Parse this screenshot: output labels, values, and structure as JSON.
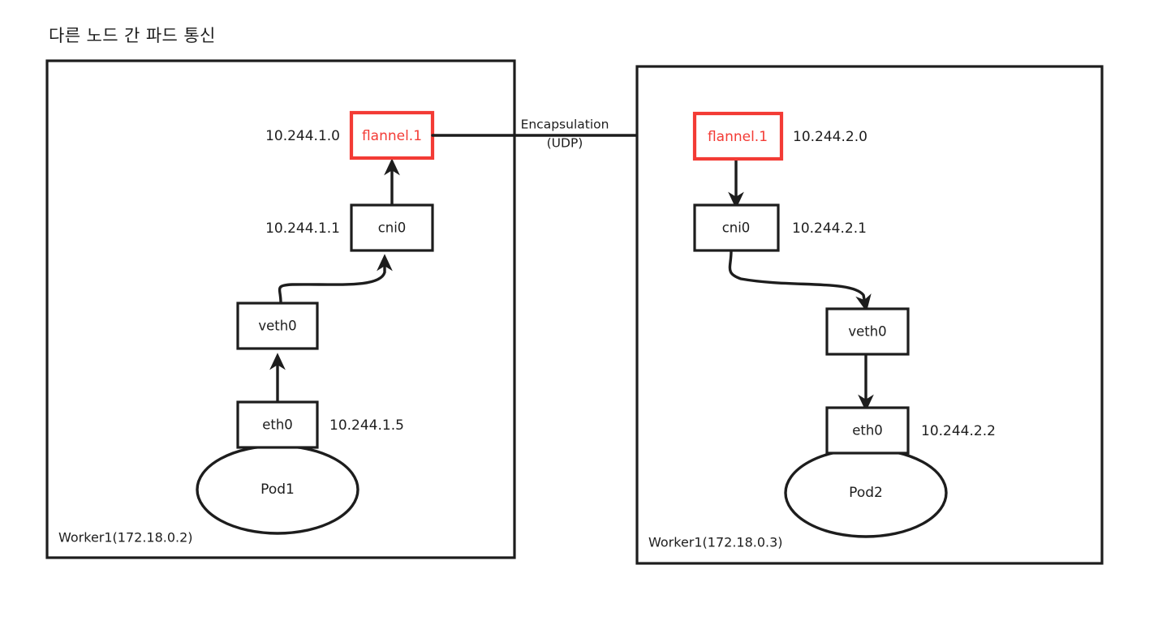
{
  "title": "다른 노드 간 파드 통신",
  "colors": {
    "stroke": "#1d1d1d",
    "accent_red": "#f33b35",
    "background": "#ffffff"
  },
  "edge_label": {
    "line1": "Encapsulation",
    "line2": "(UDP)"
  },
  "nodes": [
    {
      "id": "left-node",
      "footer": "Worker1(172.18.0.2)",
      "pod": "Pod1",
      "interfaces": [
        {
          "id": "flannel",
          "name": "flannel.1",
          "ip": "10.244.1.0",
          "ip_side": "left",
          "highlight": true
        },
        {
          "id": "cni0",
          "name": "cni0",
          "ip": "10.244.1.1",
          "ip_side": "left",
          "highlight": false
        },
        {
          "id": "veth0",
          "name": "veth0",
          "ip": "",
          "ip_side": "none",
          "highlight": false
        },
        {
          "id": "eth0",
          "name": "eth0",
          "ip": "10.244.1.5",
          "ip_side": "right",
          "highlight": false
        }
      ]
    },
    {
      "id": "right-node",
      "footer": "Worker1(172.18.0.3)",
      "pod": "Pod2",
      "interfaces": [
        {
          "id": "flannel",
          "name": "flannel.1",
          "ip": "10.244.2.0",
          "ip_side": "right",
          "highlight": true
        },
        {
          "id": "cni0",
          "name": "cni0",
          "ip": "10.244.2.1",
          "ip_side": "right",
          "highlight": false
        },
        {
          "id": "veth0",
          "name": "veth0",
          "ip": "",
          "ip_side": "none",
          "highlight": false
        },
        {
          "id": "eth0",
          "name": "eth0",
          "ip": "10.244.2.2",
          "ip_side": "right",
          "highlight": false
        }
      ]
    }
  ]
}
